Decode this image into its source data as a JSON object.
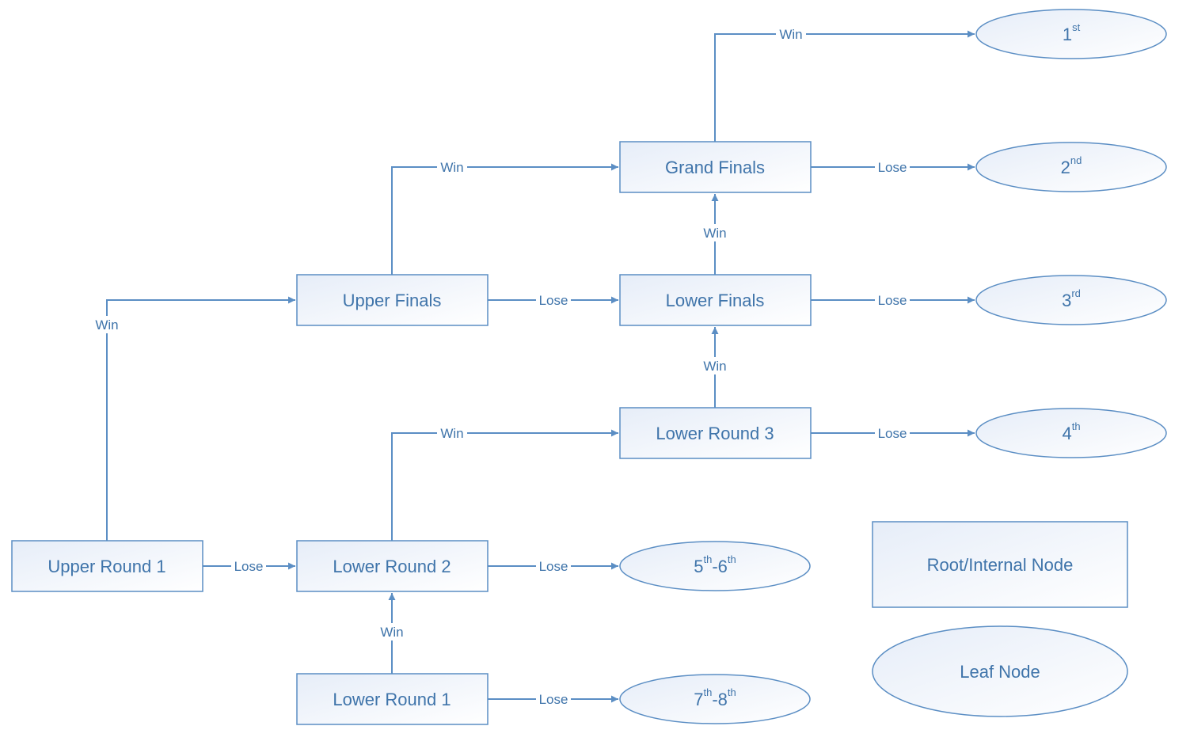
{
  "nodes": {
    "upper_round_1": "Upper Round 1",
    "upper_finals": "Upper Finals",
    "grand_finals": "Grand Finals",
    "lower_finals": "Lower Finals",
    "lower_round_3": "Lower Round 3",
    "lower_round_2": "Lower Round 2",
    "lower_round_1": "Lower Round 1"
  },
  "leaves": {
    "first": {
      "base": "1",
      "sup": "st"
    },
    "second": {
      "base": "2",
      "sup": "nd"
    },
    "third": {
      "base": "3",
      "sup": "rd"
    },
    "fourth": {
      "base": "4",
      "sup": "th"
    },
    "fifth_sixth": {
      "a": "5",
      "a_sup": "th",
      "sep": "-",
      "b": "6",
      "b_sup": "th"
    },
    "seventh_eighth": {
      "a": "7",
      "a_sup": "th",
      "sep": "-",
      "b": "8",
      "b_sup": "th"
    }
  },
  "edge_labels": {
    "win": "Win",
    "lose": "Lose"
  },
  "legend": {
    "internal": "Root/Internal Node",
    "leaf": "Leaf Node"
  },
  "colors": {
    "stroke": "#5b8ec4",
    "text": "#3f74aa",
    "fill_light": "#eef3fb"
  }
}
